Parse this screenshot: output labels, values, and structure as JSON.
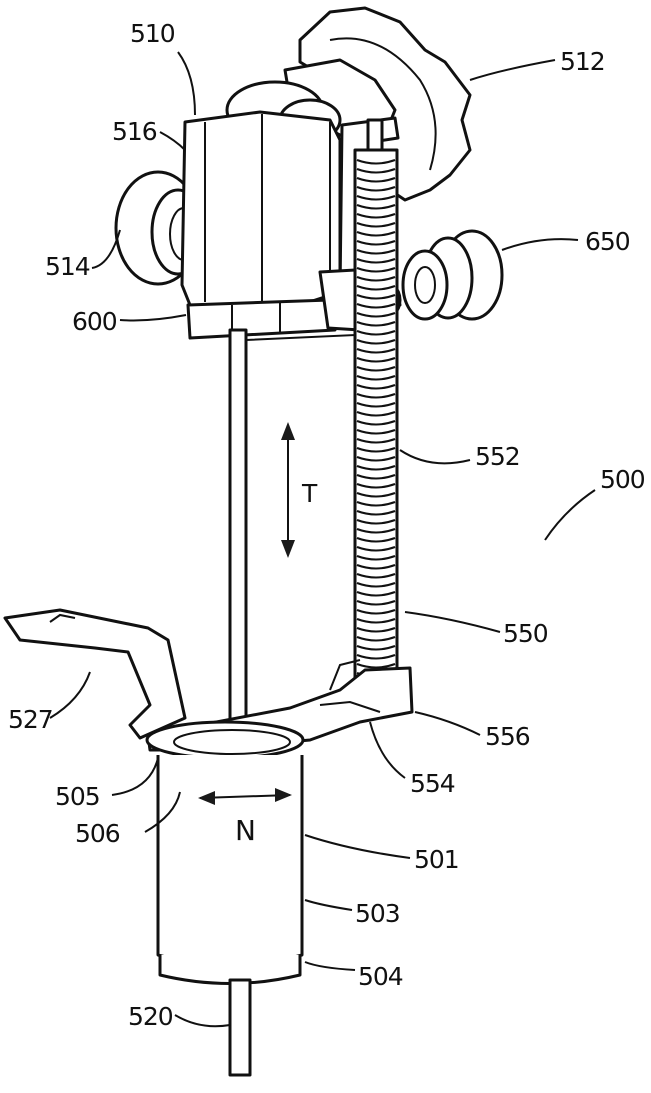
{
  "figure": {
    "labels": {
      "510": "510",
      "512": "512",
      "516": "516",
      "514": "514",
      "650": "650",
      "600": "600",
      "552": "552",
      "500": "500",
      "T": "T",
      "550": "550",
      "527": "527",
      "556": "556",
      "554": "554",
      "505": "505",
      "506": "506",
      "N": "N",
      "501": "501",
      "503": "503",
      "504": "504",
      "520": "520"
    }
  }
}
